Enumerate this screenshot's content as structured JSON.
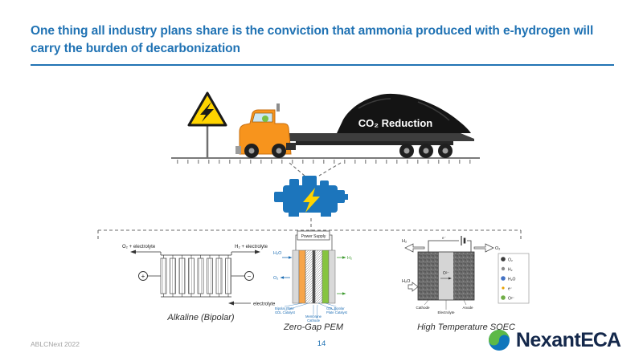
{
  "colors": {
    "accent-blue": "#2173B4",
    "truck-orange": "#F7941D",
    "engine-blue": "#1C75BC",
    "warning-yellow": "#FFD400",
    "coal-black": "#141414",
    "logo-green": "#5CB947",
    "logo-blue": "#0E76BC",
    "logo-navy": "#14284B",
    "footer-gray": "#A3A3A3"
  },
  "header": {
    "title": "One thing all industry plans share is the conviction that ammonia produced with e-hydrogen will carry the burden of decarbonization"
  },
  "illustration": {
    "truck_load_label": "CO₂ Reduction"
  },
  "diagrams": {
    "alkaline": {
      "caption": "Alkaline (Bipolar)",
      "labels": {
        "top_left": "O₂ + electrolyte",
        "top_right": "H₂ + electrolyte",
        "bottom_right": "electrolyte",
        "positive_terminal": "+",
        "negative_terminal": "−"
      }
    },
    "pem": {
      "caption": "Zero-Gap PEM",
      "labels": {
        "power_supply": "Power Supply",
        "inlet": "H₂O",
        "outlet_left": "O₂",
        "outlet_right": "H₂",
        "bottom_left_1": "Bipolar Plate",
        "bottom_left_2": "GDL Catalyst",
        "bottom_right_1": "GDL Bipolar",
        "bottom_right_2": "Plate Catalyst",
        "membrane": "Membrane",
        "cathode": "Cathode"
      }
    },
    "soec": {
      "caption": "High Temperature SOEC",
      "labels": {
        "h2_out": "H₂",
        "o2_out": "O₂",
        "h2o_in": "H₂O",
        "electron": "e⁻",
        "oxide_ion": "O²⁻",
        "cathode": "Cathode",
        "electrolyte": "Electrolyte",
        "anode": "Anode",
        "legend": [
          "O₂",
          "H₂",
          "H₂O",
          "e⁻",
          "O²⁻"
        ]
      }
    }
  },
  "footer": {
    "event": "ABLCNext 2022",
    "page_number": "14"
  },
  "logo": {
    "name": "Nexant",
    "suffix": "ECA"
  }
}
